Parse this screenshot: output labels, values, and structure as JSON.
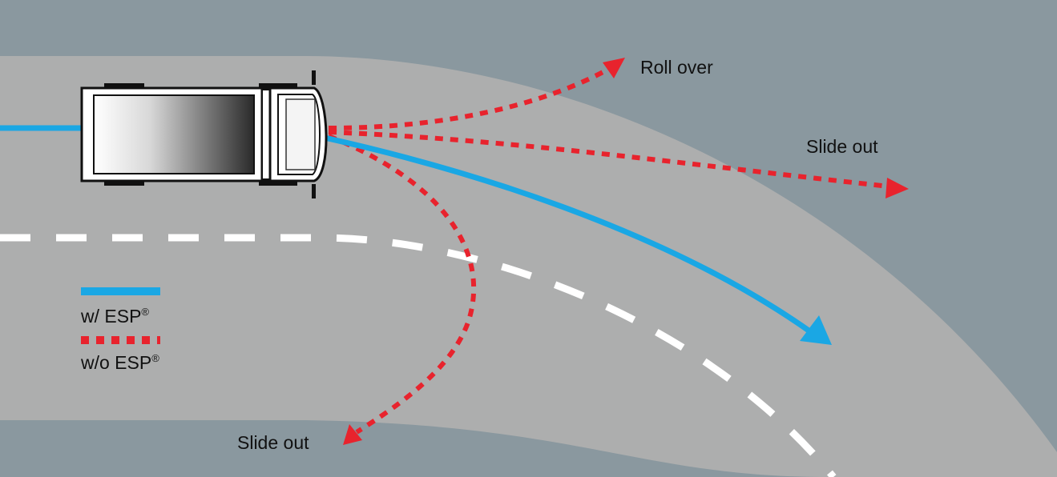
{
  "colors": {
    "background": "#8a989f",
    "road": "#adaeae",
    "lane_marking": "#ffffff",
    "with_esp": "#1aa7e4",
    "without_esp": "#e8232d",
    "truck_outline": "#111111"
  },
  "labels": {
    "roll_over": "Roll over",
    "slide_out_right": "Slide out",
    "slide_out_bottom": "Slide out"
  },
  "legend": {
    "with_esp": {
      "label": "w/ ESP",
      "mark": "®"
    },
    "without_esp": {
      "label": "w/o ESP",
      "mark": "®"
    }
  },
  "icons": {
    "vehicle": "truck-top-view-icon",
    "arrowhead": "arrowhead-icon"
  }
}
